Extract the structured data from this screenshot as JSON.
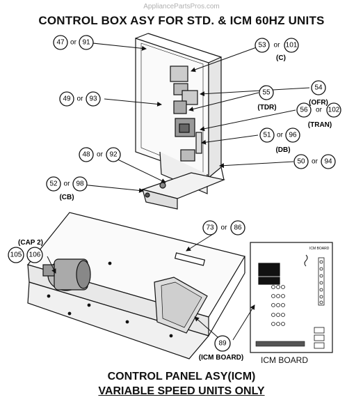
{
  "watermark": "AppliancePartsPros.com",
  "title": "CONTROL BOX ASY FOR STD. & ICM 60HZ UNITS",
  "bottom_title_line1": "CONTROL PANEL ASY(ICM)",
  "bottom_title_line2": "VARIABLE SPEED UNITS ONLY",
  "icm_board_caption": "ICM BOARD",
  "icm_board_header": "ICM BOARD",
  "or_text": "or",
  "callouts": [
    {
      "id": "47-91",
      "a": "47",
      "b": "91",
      "label": ""
    },
    {
      "id": "53-101",
      "a": "53",
      "b": "101",
      "label": "(C)"
    },
    {
      "id": "54",
      "a": "54",
      "b": "",
      "label": "(OFR)"
    },
    {
      "id": "49-93",
      "a": "49",
      "b": "93",
      "label": ""
    },
    {
      "id": "55",
      "a": "55",
      "b": "",
      "label": "(TDR)"
    },
    {
      "id": "56-102",
      "a": "56",
      "b": "102",
      "label": "(TRAN)"
    },
    {
      "id": "51-96",
      "a": "51",
      "b": "96",
      "label": "(DB)"
    },
    {
      "id": "48-92",
      "a": "48",
      "b": "92",
      "label": ""
    },
    {
      "id": "50-94",
      "a": "50",
      "b": "94",
      "label": ""
    },
    {
      "id": "52-98",
      "a": "52",
      "b": "98",
      "label": "(CB)"
    },
    {
      "id": "73-86",
      "a": "73",
      "b": "86",
      "label": ""
    },
    {
      "id": "105-106",
      "a": "105",
      "b": "106",
      "label": "(CAP 2)"
    },
    {
      "id": "89",
      "a": "89",
      "b": "",
      "label": "(ICM BOARD)"
    }
  ]
}
